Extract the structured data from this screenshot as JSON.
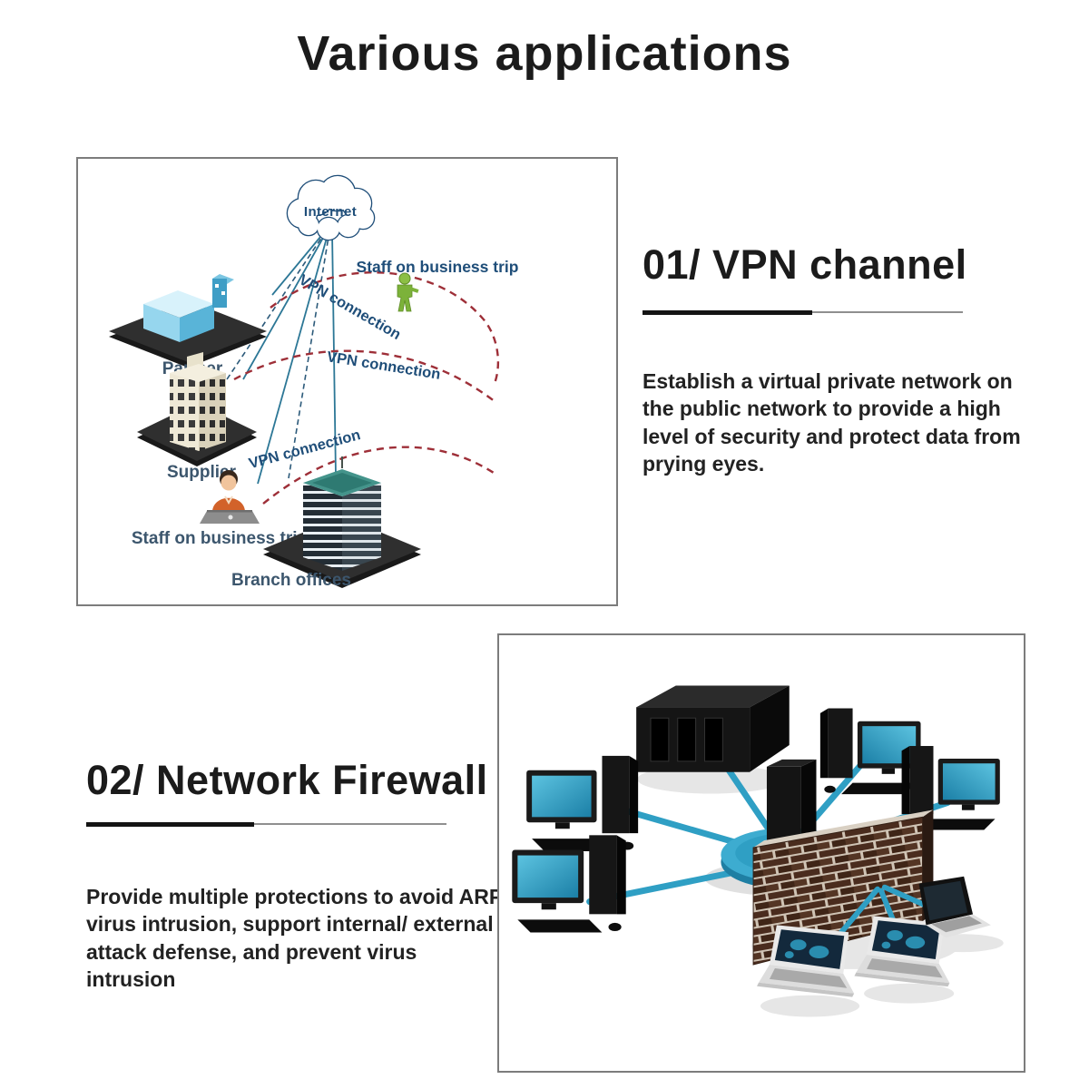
{
  "theme": {
    "page_bg": "#ffffff",
    "heading_color": "#1b1b1b",
    "body_text_color": "#222222",
    "rule_black": "#141414",
    "rule_gray": "#8f8f8f",
    "panel_border": "#7c7c7c",
    "navy": "#1f4e79",
    "slate_label": "#3c566d",
    "link_teal": "#2c7796",
    "vpn_dash_red": "#9e2f38",
    "cable_blue": "#2f9fc4",
    "person_green": "#8cbf44",
    "shirt_orange": "#d2622a"
  },
  "header": {
    "title": "Various applications"
  },
  "sections": [
    {
      "heading": "01/ VPN channel",
      "description": "Establish a virtual private network on the public network to provide a high level of security and protect data from prying eyes."
    },
    {
      "heading": "02/ Network Firewall",
      "description": "Provide multiple protections to avoid ARP virus intrusion, support internal/ external attack defense, and prevent virus intrusion"
    }
  ],
  "vpn_diagram": {
    "internet_label": "Internet",
    "labels": {
      "staff_top": "Staff on business trip",
      "partner": "Partner",
      "supplier": "Supplier",
      "staff_bottom": "Staff on business trip",
      "branch_offices": "Branch offices"
    },
    "connection_labels": [
      "VPN connection",
      "VPN connection",
      "VPN connection"
    ]
  },
  "firewall_diagram": {
    "icons": [
      "server-rack-icon",
      "desktop-pc-icon",
      "hub-tower-icon",
      "brick-firewall-icon",
      "laptop-icon"
    ]
  }
}
